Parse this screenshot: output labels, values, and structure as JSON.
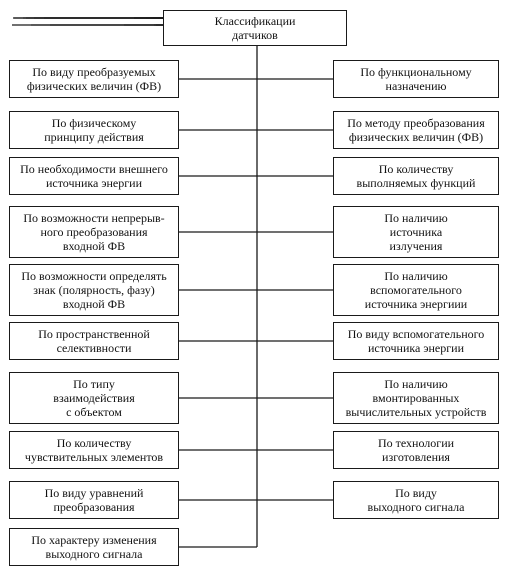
{
  "root": {
    "label": "Классификации\nдатчиков"
  },
  "left_items": [
    {
      "label": "По виду преобразуемых\nфизических величин (ФВ)"
    },
    {
      "label": "По физическому\nпринципу действия"
    },
    {
      "label": "По необходимости внешнего\nисточника энергии"
    },
    {
      "label": "По возможности непрерыв-\nного преобразования\nвходной ФВ"
    },
    {
      "label": "По возможности определять\nзнак (полярность, фазу)\nвходной ФВ"
    },
    {
      "label": "По пространственной\nселективности"
    },
    {
      "label": "По типу\nвзаимодействия\nс объектом"
    },
    {
      "label": "По количеству\nчувствительных элементов"
    },
    {
      "label": "По виду уравнений\nпреобразования"
    },
    {
      "label": "По характеру изменения\nвыходного сигнала"
    }
  ],
  "right_items": [
    {
      "label": "По функциональному\nназначению"
    },
    {
      "label": "По методу преобразования\nфизических величин (ФВ)"
    },
    {
      "label": "По количеству\nвыполняемых функций"
    },
    {
      "label": "По наличию\nисточника\nизлучения"
    },
    {
      "label": "По наличию\nвспомогательного\nисточника энергиии"
    },
    {
      "label": "По виду вспомогательного\nисточника энергии"
    },
    {
      "label": "По наличию\nвмонтированных\nвычислительных устройств"
    },
    {
      "label": "По технологии\nизготовления"
    },
    {
      "label": "По виду\nвыходного сигнала"
    }
  ]
}
